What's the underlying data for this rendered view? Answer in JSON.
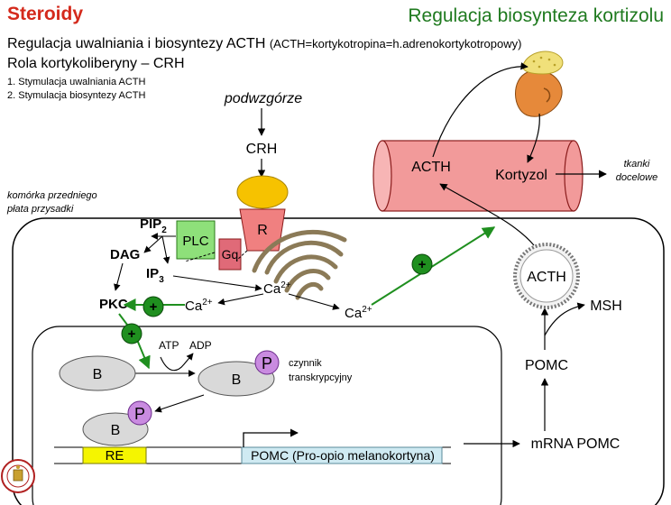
{
  "header": {
    "title": "Steroidy",
    "subtitle": "Regulacja biosynteza kortizolu"
  },
  "intro": {
    "line1_main": "Regulacja uwalniania i biosyntezy ACTH ",
    "line1_note": "(ACTH=kortykotropina=h.adrenokortykotropowy)",
    "line2": "Rola kortykoliberyny – CRH",
    "list": [
      "1.   Stymulacja uwalniania ACTH",
      "2.   Stymulacja biosyntezy ACTH"
    ]
  },
  "diagram": {
    "hypothalamus": "podwzgórze",
    "crh": "CRH",
    "cell_label_line1": "komórka przedniego",
    "cell_label_line2": "płata przysadki",
    "receptor": "R",
    "gq": "Gq",
    "plc": "PLC",
    "pip2": "PIP",
    "pip2_sub": "2",
    "dag": "DAG",
    "ip3": "IP",
    "ip3_sub": "3",
    "pkc": "PKC",
    "ca1": "Ca",
    "ca2": "Ca",
    "ca3": "Ca",
    "ca_sup": "2+",
    "plus": "+",
    "atp": "ATP",
    "adp": "ADP",
    "b": "B",
    "p": "P",
    "tf_line1": "czynnik",
    "tf_line2": "transkrypcyjny",
    "re": "RE",
    "pomc_gene": "POMC (Pro-opio melanokortyna)",
    "mrna": "mRNA POMC",
    "pomc": "POMC",
    "msh": "MSH",
    "acth_vesicle": "ACTH",
    "vessel_acth": "ACTH",
    "vessel_cortisol": "Kortyzol",
    "target_line1": "tkanki",
    "target_line2": "docelowe"
  },
  "colors": {
    "title_red": "#d42a1c",
    "subtitle_green": "#1f7a1f",
    "vessel": "#f29a9a",
    "plc": "#8ee07a",
    "receptor": "#f08080",
    "crh_ball": "#f6c200",
    "plus_circle": "#1f8f1f",
    "phosphate": "#c98be0",
    "re_box": "#f5f500",
    "gene_box": "#cfeaf2"
  }
}
